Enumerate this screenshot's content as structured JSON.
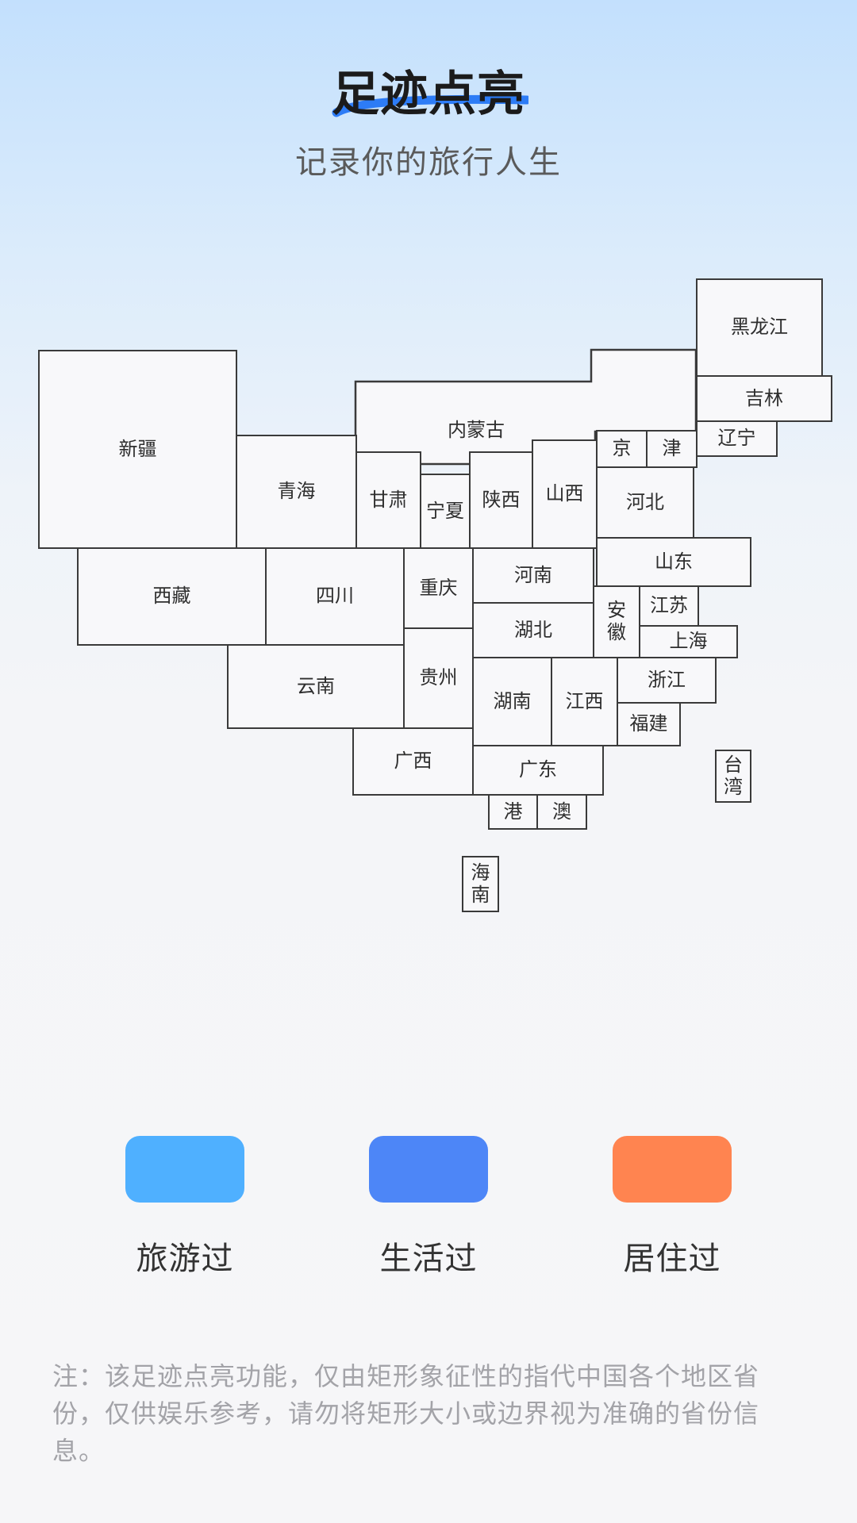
{
  "header": {
    "title": "足迹点亮",
    "subtitle": "记录你的旅行人生"
  },
  "colors": {
    "accent": "#2d7cf6",
    "tile_fill": "#f8f8fa",
    "tile_border": "#3a3a3a",
    "traveled": "#4fb0ff",
    "lived": "#4d86f7",
    "resided": "#ff8450"
  },
  "map": {
    "provinces": [
      {
        "id": "heilongjiang",
        "name": "黑龙江"
      },
      {
        "id": "jilin",
        "name": "吉林"
      },
      {
        "id": "liaoning",
        "name": "辽宁"
      },
      {
        "id": "neimenggu",
        "name": "内蒙古"
      },
      {
        "id": "xinjiang",
        "name": "新疆"
      },
      {
        "id": "qinghai",
        "name": "青海"
      },
      {
        "id": "gansu",
        "name": "甘肃"
      },
      {
        "id": "ningxia",
        "name": "宁夏"
      },
      {
        "id": "shaanxi",
        "name": "陕西"
      },
      {
        "id": "shanxi",
        "name": "山西"
      },
      {
        "id": "beijing",
        "name": "京"
      },
      {
        "id": "tianjin",
        "name": "津"
      },
      {
        "id": "hebei",
        "name": "河北"
      },
      {
        "id": "shandong",
        "name": "山东"
      },
      {
        "id": "xizang",
        "name": "西藏"
      },
      {
        "id": "sichuan",
        "name": "四川"
      },
      {
        "id": "chongqing",
        "name": "重庆"
      },
      {
        "id": "henan",
        "name": "河南"
      },
      {
        "id": "anhui",
        "name": "安徽"
      },
      {
        "id": "jiangsu",
        "name": "江苏"
      },
      {
        "id": "hubei",
        "name": "湖北"
      },
      {
        "id": "shanghai",
        "name": "上海"
      },
      {
        "id": "yunnan",
        "name": "云南"
      },
      {
        "id": "guizhou",
        "name": "贵州"
      },
      {
        "id": "hunan",
        "name": "湖南"
      },
      {
        "id": "jiangxi",
        "name": "江西"
      },
      {
        "id": "zhejiang",
        "name": "浙江"
      },
      {
        "id": "fujian",
        "name": "福建"
      },
      {
        "id": "guangxi",
        "name": "广西"
      },
      {
        "id": "guangdong",
        "name": "广东"
      },
      {
        "id": "taiwan",
        "name": "台湾"
      },
      {
        "id": "hongkong",
        "name": "港"
      },
      {
        "id": "macau",
        "name": "澳"
      },
      {
        "id": "hainan",
        "name": "海南"
      }
    ]
  },
  "legend": [
    {
      "label": "旅游过"
    },
    {
      "label": "生活过"
    },
    {
      "label": "居住过"
    }
  ],
  "note": "注：该足迹点亮功能，仅由矩形象征性的指代中国各个地区省份，仅供娱乐参考，请勿将矩形大小或边界视为准确的省份信息。"
}
